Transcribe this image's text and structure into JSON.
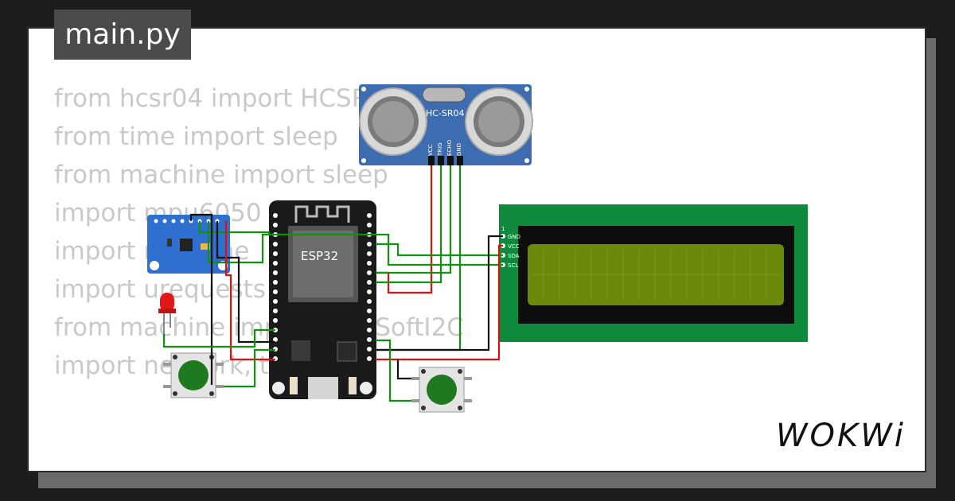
{
  "file_tab": {
    "label": "main.py"
  },
  "code_lines": [
    "from hcsr04 import HCSR04",
    "from time import sleep",
    "from machine import sleep",
    "import mpu6050",
    "import machine",
    "import urequests",
    "from machine import Pin, SoftI2C",
    "import network, time"
  ],
  "components": {
    "ultrasonic": {
      "label": "HC-SR04",
      "pins": [
        "VCC",
        "TRIG",
        "ECHO",
        "GND"
      ]
    },
    "mcu": {
      "label": "ESP32"
    },
    "lcd": {
      "pin_number": "1",
      "pins": [
        "GND",
        "VCC",
        "SDA",
        "SCL"
      ]
    }
  },
  "brand": {
    "logo_text": "WOKWi"
  },
  "colors": {
    "pcb_blue": "#3d6cb0",
    "pcb_green": "#0f8a3d",
    "lcd_screen": "#6b8a0a",
    "wire_red": "#e01010",
    "wire_green": "#129012",
    "wire_black": "#111111",
    "button_green": "#1f7a1f"
  }
}
